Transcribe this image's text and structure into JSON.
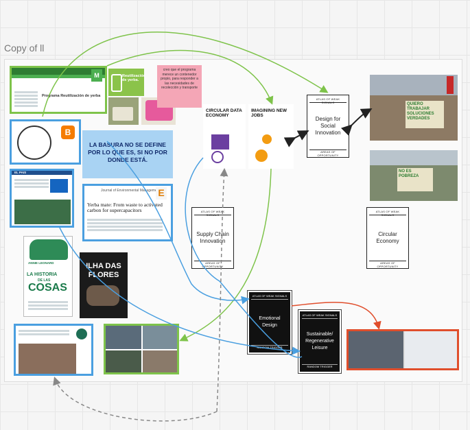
{
  "board": {
    "title": "Copy of ll"
  },
  "sticky_notes": {
    "basura": "LA BASURA NO SE DEFINE POR LO QUE ES, SI NO POR DONDE ESTÁ.",
    "pink": "creo que el programa merece un contenedor propio, para responder a las necesidades de recolección y transporte"
  },
  "cards": {
    "header": "ATLAS OF WEAK SIGNALS",
    "footer_opportunity": "AREAS OF OPPORTUNITY",
    "footer_trigger": "RANDOM TRIGGER",
    "circular_data_economy": "CIRCULAR DATA ECONOMY",
    "imagining_new_jobs": "IMAGINING NEW JOBS",
    "design_social_innovation": "Design for Social Innovation",
    "supply_chain_innovation": "Supply Chain Innovation",
    "circular_economy": "Circular Economy",
    "emotional_design": "Emotional Design",
    "sustainable_leisure": "Sustainable/ Regenerative Leisure"
  },
  "thumbnails": {
    "programa_title": "Programa Reutilización de yerba",
    "reutilizacion": "Reutilización de yerba.",
    "paper_journal": "Journal of Environmental Management",
    "paper_title": "Yerba mate: From waste to activated carbon for supercapacitors",
    "book_author": "ANNIE LEONARD",
    "book_title_1": "LA HISTORIA",
    "book_title_2": "DE LAS",
    "book_title_3": "COSAS",
    "film_title": "ILHA DAS FLORES",
    "protest_sign": "QUIERO TRABAJAR SOLUCIONES VERDADES",
    "protest_sign_2": "NO ES POBREZA",
    "news_header": "EL PAIS"
  },
  "colors": {
    "green": "#7ec34a",
    "blue": "#4a9fe0",
    "red": "#e04e2c",
    "gray": "#999999"
  }
}
